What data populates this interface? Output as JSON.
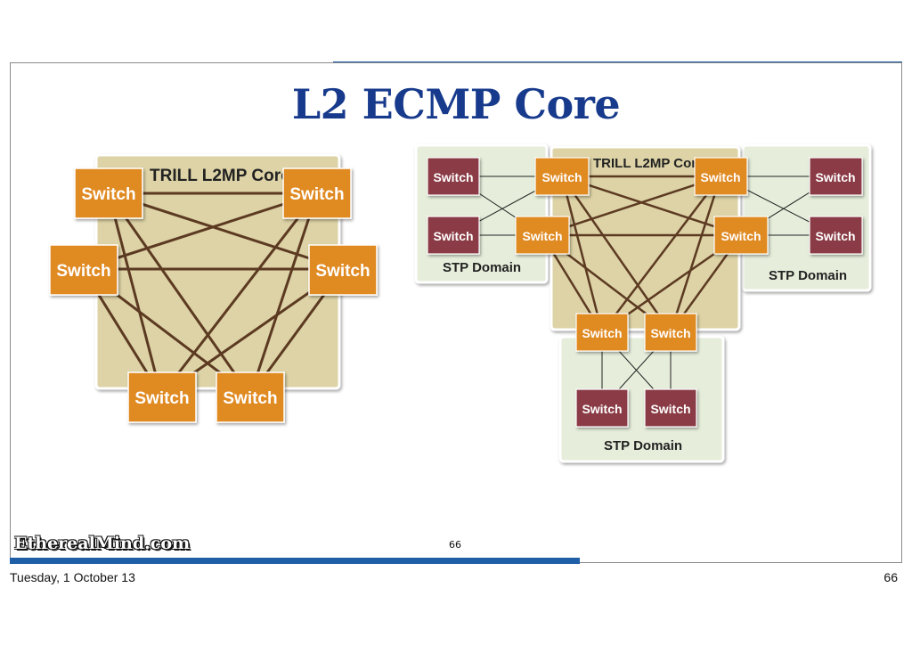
{
  "slide": {
    "title": "L2 ECMP Core",
    "logo": "EtherealMind.com",
    "slide_number": "66"
  },
  "footer": {
    "date": "Tuesday, 1 October 13",
    "page": "66"
  },
  "colors": {
    "accent_bar": "#1f5fa8",
    "title": "#173a8c",
    "trill_zone": "#ddd3a6",
    "stp_zone": "#e6eedb",
    "core_switch": "#e08a22",
    "edge_switch": "#8a3a44",
    "core_link": "#5c3a22",
    "edge_link": "#222222"
  },
  "left_diagram": {
    "zone_label": "TRILL L2MP Core",
    "switch_label": "Switch"
  },
  "right_diagram": {
    "core_label": "TRILL L2MP Core",
    "stp_labels": [
      "STP Domain",
      "STP Domain",
      "STP Domain"
    ],
    "switch_label": "Switch"
  }
}
